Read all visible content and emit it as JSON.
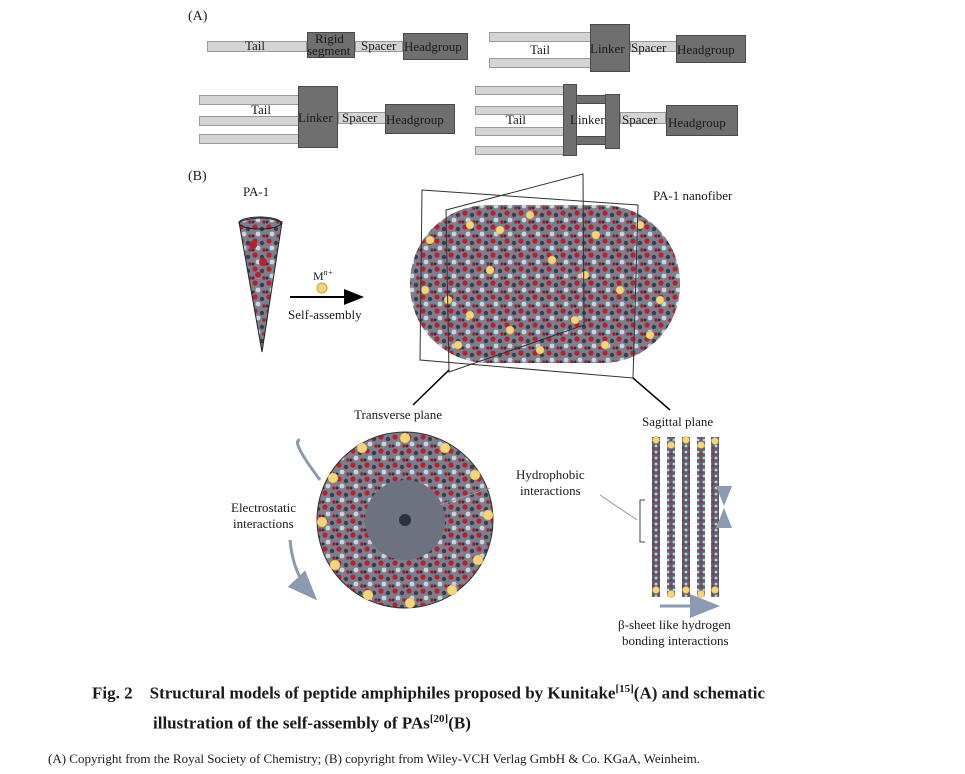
{
  "panel_a": {
    "label": "(A)",
    "m1": {
      "tail": "Tail",
      "rigid1": "Rigid",
      "rigid2": "segment",
      "spacer": "Spacer",
      "headgroup": "Headgroup"
    },
    "m2": {
      "tail": "Tail",
      "linker": "Linker",
      "spacer": "Spacer",
      "headgroup": "Headgroup"
    },
    "m3": {
      "tail": "Tail",
      "linker": "Linker",
      "spacer": "Spacer",
      "headgroup": "Headgroup"
    },
    "m4": {
      "tail": "Tail",
      "linker": "Linker",
      "spacer": "Spacer",
      "headgroup": "Headgroup"
    }
  },
  "panel_b": {
    "label": "(B)",
    "pa1": "PA-1",
    "nanofiber": "PA-1 nanofiber",
    "ion_base": "M",
    "ion_sup": "n+",
    "self_assembly": "Self-assembly",
    "transverse": "Transverse plane",
    "sagittal": "Sagittal plane",
    "electro1": "Electrostatic",
    "electro2": "interactions",
    "hydro1": "Hydrophobic",
    "hydro2": "interactions",
    "beta1": "β-sheet like hydrogen",
    "beta2": "bonding interactions"
  },
  "caption": {
    "fig": "Fig. 2",
    "line1": "Structural models of peptide amphiphiles proposed by Kunitake",
    "ref1": "[15]",
    "a": "(A)",
    "and": "and schematic",
    "line2": "illustration of the self-assembly of PAs",
    "ref2": "[20]",
    "b": "(B)",
    "copyright": "(A) Copyright from the Royal Society of Chemistry; (B) copyright from Wiley-VCH Verlag GmbH & Co. KGaA, Weinheim."
  }
}
